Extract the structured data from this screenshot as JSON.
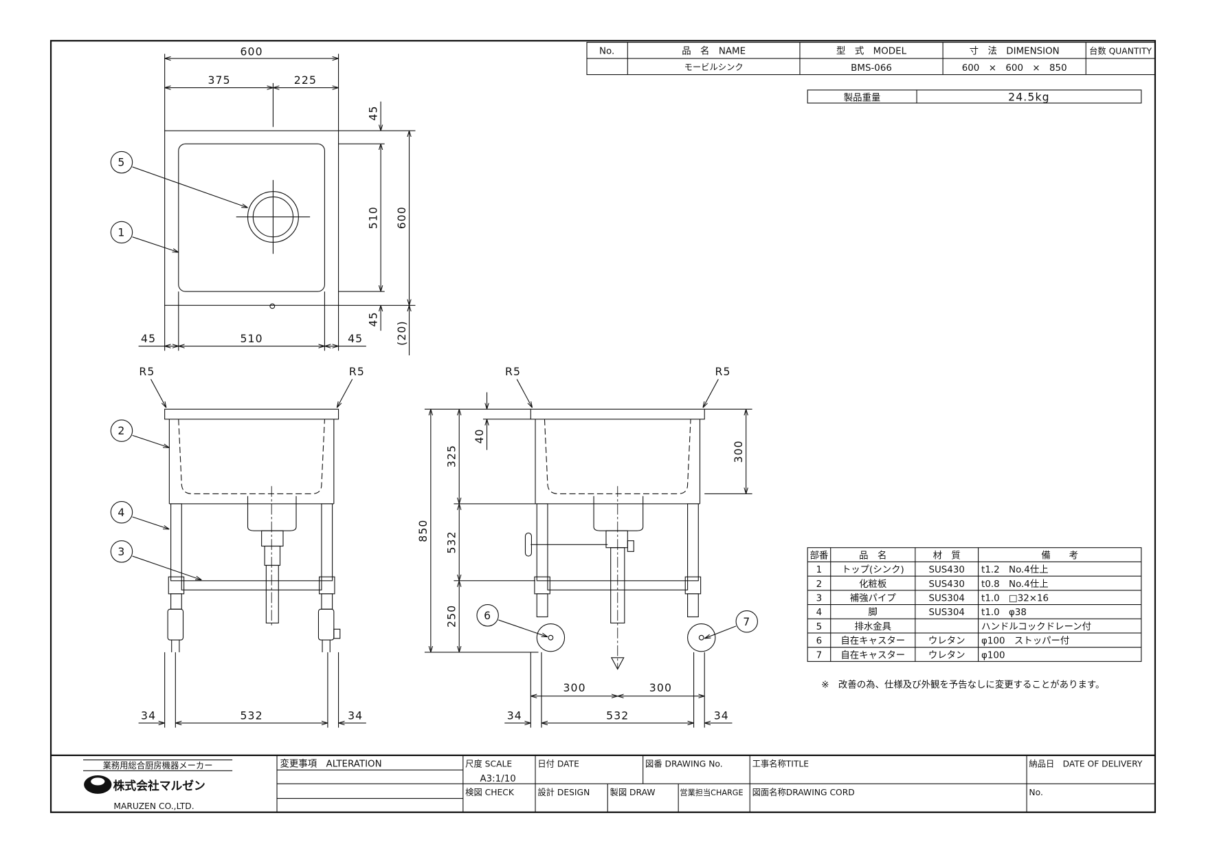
{
  "header_table": {
    "headers": [
      "No.",
      "品　名　NAME",
      "型　式　MODEL",
      "寸　法　DIMENSION",
      "台数 QUANTITY"
    ],
    "row": [
      "",
      "モービルシンク",
      "BMS-066",
      "600　×　600　×　850",
      ""
    ]
  },
  "weight": {
    "label": "製品重量",
    "value": "24.5kg"
  },
  "top_view": {
    "dims": {
      "overall": "600",
      "left": "375",
      "right": "225",
      "top_margin": "45",
      "inner_depth": "510",
      "depth": "600",
      "bottom_margin": "45",
      "protrusion": "(20)",
      "bottom_left": "45",
      "bottom_inner": "510",
      "bottom_right": "45"
    }
  },
  "front_view": {
    "radius_left": "R5",
    "radius_right": "R5",
    "dims": {
      "left": "34",
      "middle": "532",
      "right": "34"
    }
  },
  "side_view": {
    "radius_left": "R5",
    "radius_right": "R5",
    "dims": {
      "height": "850",
      "upper": "325",
      "middle": "532",
      "lower": "250",
      "rim": "40",
      "bowl": "300",
      "drain_left": "300",
      "drain_right": "300",
      "left": "34",
      "right": "34"
    }
  },
  "balloons": [
    "1",
    "2",
    "3",
    "4",
    "5",
    "6",
    "7"
  ],
  "parts_table": {
    "headers": [
      "部番",
      "品　名",
      "材　質",
      "備　　考"
    ],
    "rows": [
      [
        "1",
        "トップ(シンク)",
        "SUS430",
        "t1.2　No.4仕上"
      ],
      [
        "2",
        "化粧板",
        "SUS430",
        "t0.8　No.4仕上"
      ],
      [
        "3",
        "補強パイプ",
        "SUS304",
        "t1.0　□32×16"
      ],
      [
        "4",
        "脚",
        "SUS304",
        "t1.0　φ38"
      ],
      [
        "5",
        "排水金具",
        "",
        "ハンドルコックドレーン付"
      ],
      [
        "6",
        "自在キャスター",
        "ウレタン",
        "φ100　ストッパー付"
      ],
      [
        "7",
        "自在キャスター",
        "ウレタン",
        "φ100"
      ]
    ]
  },
  "note": "※　改善の為、仕様及び外観を予告なしに変更することがあります。",
  "title_block": {
    "maker_tagline": "業務用総合厨房機器メーカー",
    "company_jp": "株式会社マルゼン",
    "company_en": "MARUZEN CO.,LTD.",
    "alteration": "変更事項　ALTERATION",
    "scale_label": "尺度 SCALE",
    "scale_value": "A3:1/10",
    "date": "日付 DATE",
    "drawing_no": "図番 DRAWING No.",
    "title": "工事名称TITLE",
    "delivery": "納品日　DATE OF DELIVERY",
    "check": "検図 CHECK",
    "design": "設計 DESIGN",
    "draw": "製図 DRAW",
    "charge": "営業担当CHARGE",
    "drawing_cord": "図面名称DRAWING CORD",
    "no": "No."
  }
}
